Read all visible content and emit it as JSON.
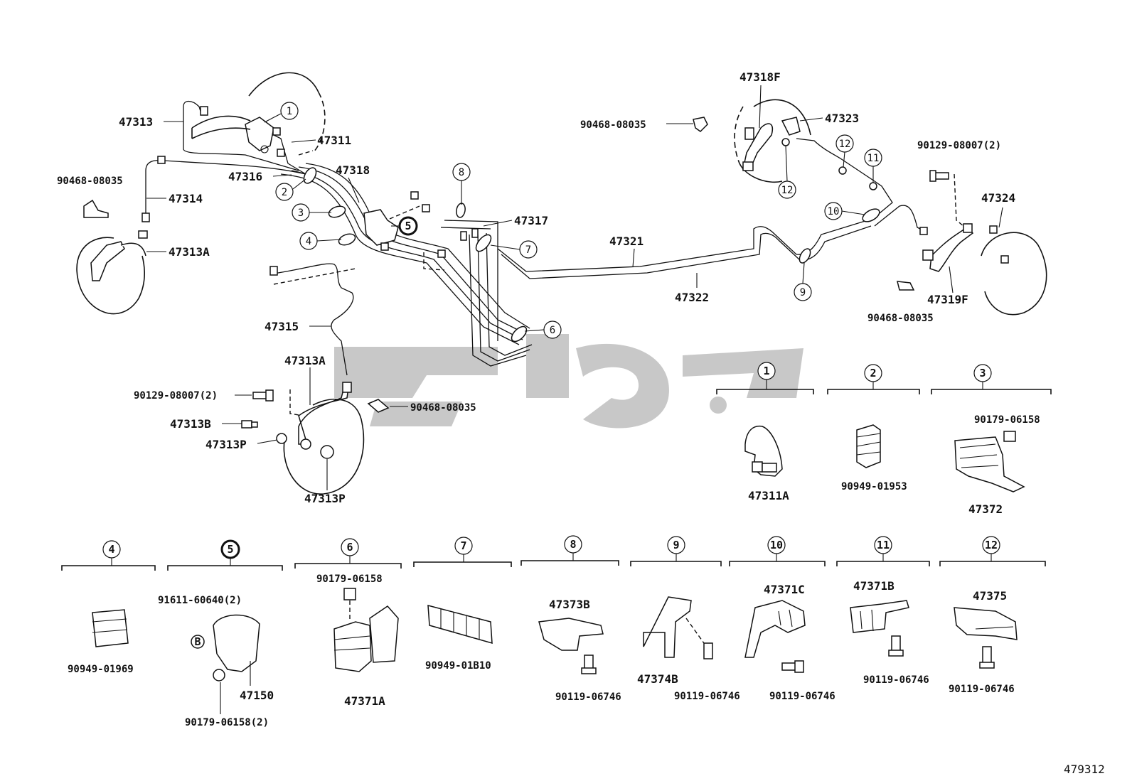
{
  "diagram": {
    "callout_numbers": [
      "1",
      "2",
      "3",
      "4",
      "5",
      "6",
      "7",
      "8",
      "9",
      "10",
      "11",
      "12"
    ],
    "part_numbers": {
      "p47313": "47313",
      "p47311": "47311",
      "p90468_top_left": "90468-08035",
      "p47314": "47314",
      "p47316": "47316",
      "p47318": "47318",
      "p47313A_top": "47313A",
      "p47317": "47317",
      "p47315": "47315",
      "p47313A_mid": "47313A",
      "p90129_left": "90129-08007(2)",
      "p47313B": "47313B",
      "p47313P_left": "47313P",
      "p90468_mid": "90468-08035",
      "p47313P_bottom": "47313P",
      "p47321": "47321",
      "p47322": "47322",
      "p90468_top_right": "90468-08035",
      "p47318F": "47318F",
      "p47323": "47323",
      "p90129_right": "90129-08007(2)",
      "p47324": "47324",
      "p47319F": "47319F",
      "p90468_right": "90468-08035",
      "p47311A": "47311A",
      "p90949_01953": "90949-01953",
      "p90179_top": "90179-06158",
      "p47372": "47372",
      "p90949_01969": "90949-01969",
      "p91611": "91611-60640(2)",
      "p47150": "47150",
      "p90179_bottom": "90179-06158(2)",
      "p90179_six": "90179-06158",
      "p47371A": "47371A",
      "p90949_01B10": "90949-01B10",
      "p47373B": "47373B",
      "p90119_a": "90119-06746",
      "p47374B": "47374B",
      "p90119_b": "90119-06746",
      "p47371C": "47371C",
      "p90119_c": "90119-06746",
      "p47371B": "47371B",
      "p90119_d": "90119-06746",
      "p47375": "47375",
      "p90119_e": "90119-06746",
      "bolt_letter": "B"
    },
    "figure_id": "479312"
  }
}
